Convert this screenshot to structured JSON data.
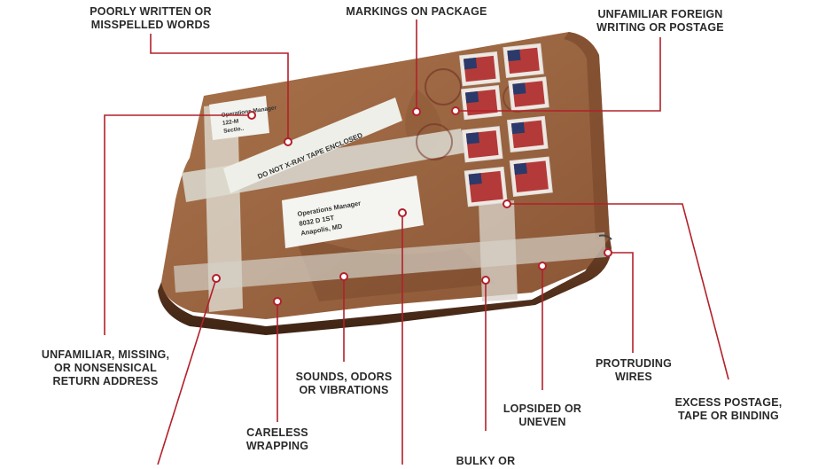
{
  "accent_color": "#b3202a",
  "labels": {
    "poorly_written": "POORLY WRITTEN OR\nMISSPELLED WORDS",
    "markings": "MARKINGS ON PACKAGE",
    "foreign_writing": "UNFAMILIAR FOREIGN\nWRITING OR POSTAGE",
    "return_address": "UNFAMILIAR, MISSING,\nOR NONSENSICAL\nRETURN ADDRESS",
    "sounds": "SOUNDS, ODORS\nOR VIBRATIONS",
    "protruding": "PROTRUDING\nWIRES",
    "excess_postage": "EXCESS POSTAGE,\nTAPE OR BINDING",
    "lopsided": "LOPSIDED OR\nUNEVEN",
    "careless": "CARELESS\nWRAPPING",
    "bulky": "BULKY OR"
  },
  "package": {
    "top_label": "Operations Manager\n122-M\nSectio..",
    "tape_text": "DO NOT X-RAY TAPE ENCLOSED",
    "address_label": "Operations Manager\n8032 D 1ST\nAnapolis, MD"
  }
}
